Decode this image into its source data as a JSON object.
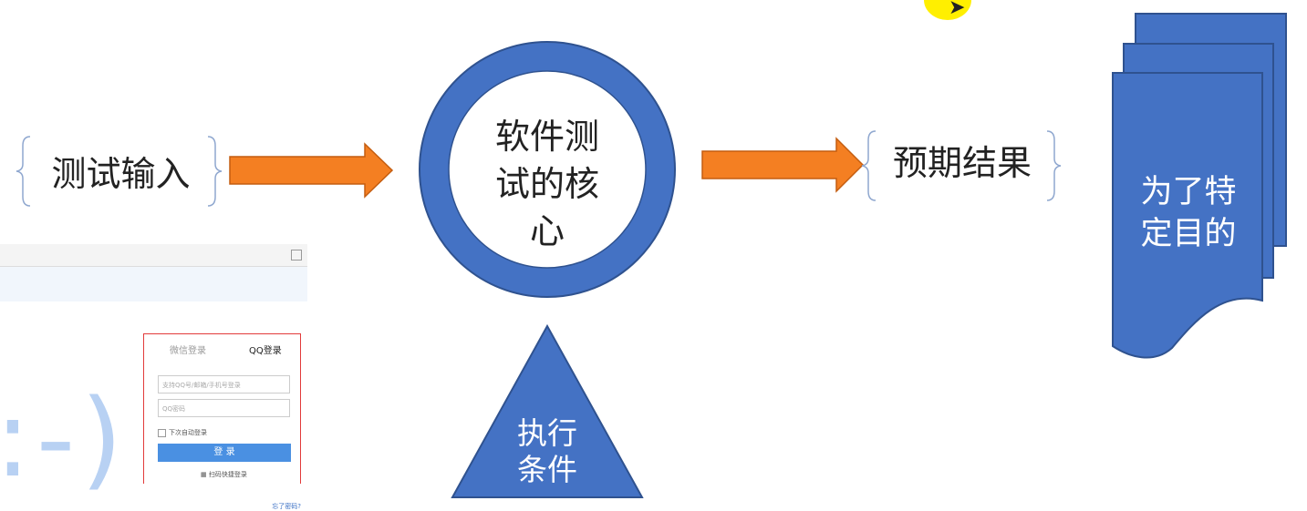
{
  "diagram": {
    "input_label": "测试输入",
    "core_label_lines": [
      "软件测",
      "试的核",
      "心"
    ],
    "expected_label": "预期结果",
    "condition_label_lines": [
      "执行",
      "条件"
    ],
    "purpose_label_lines": [
      "为了特",
      "定目的"
    ]
  },
  "login_screenshot": {
    "tab_wechat": "微信登录",
    "tab_qq": "QQ登录",
    "account_placeholder": "支持QQ号/邮箱/手机号登录",
    "password_placeholder": "QQ密码",
    "auto_login": "下次自动登录",
    "login_button": "登 录",
    "qr_login": "扫码快捷登录",
    "forgot_password": "忘了密码?",
    "smiley": ":-)"
  },
  "colors": {
    "shape_blue": "#4472c4",
    "arrow_orange": "#f47f22",
    "cursor_highlight": "#ffef00",
    "bracket": "#8fa7cf"
  },
  "icons": [
    "mouse-cursor-icon",
    "toolbar-icon",
    "checkbox-icon",
    "qr-code-icon"
  ]
}
